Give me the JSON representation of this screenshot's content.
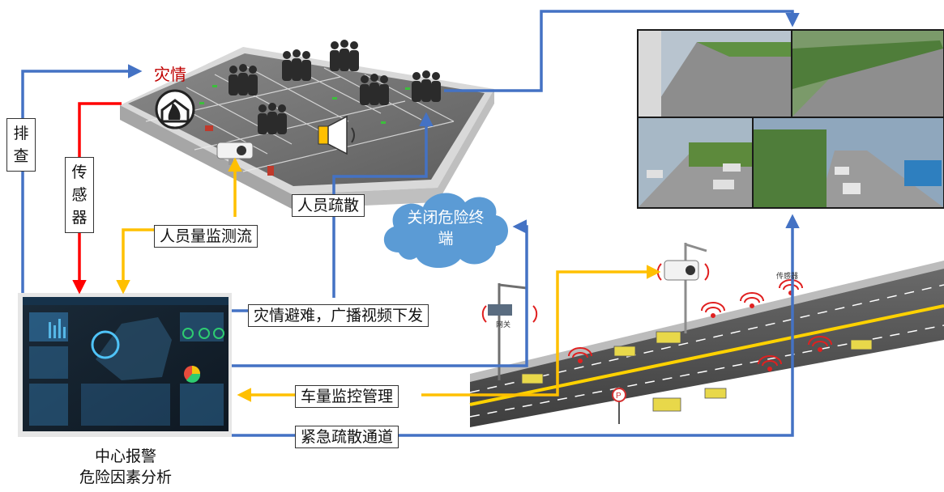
{
  "labels": {
    "fire": "灾情",
    "inspect": "排查",
    "sensor": "传感器",
    "people_flow": "人员量监测流",
    "evacuate": "人员疏散",
    "close_terminal": "关闭危险终端",
    "broadcast": "灾情避难，广播视频下发",
    "vehicle_mgmt": "车量监控管理",
    "emergency_channel": "紧急疏散通道",
    "center_line1": "中心报警",
    "center_line2": "危险因素分析",
    "gateway": "网关",
    "road_sensor": "传感器"
  },
  "colors": {
    "blue_line": "#4472c4",
    "red_line": "#ff0000",
    "yellow_line": "#ffc000",
    "cloud": "#5b9bd5",
    "fire_text": "#c00000"
  },
  "icons": [
    "fire-warning-icon",
    "crowd-icon",
    "camera-icon",
    "loudspeaker-icon",
    "wireless-sensor-icon",
    "parking-sign-icon"
  ]
}
